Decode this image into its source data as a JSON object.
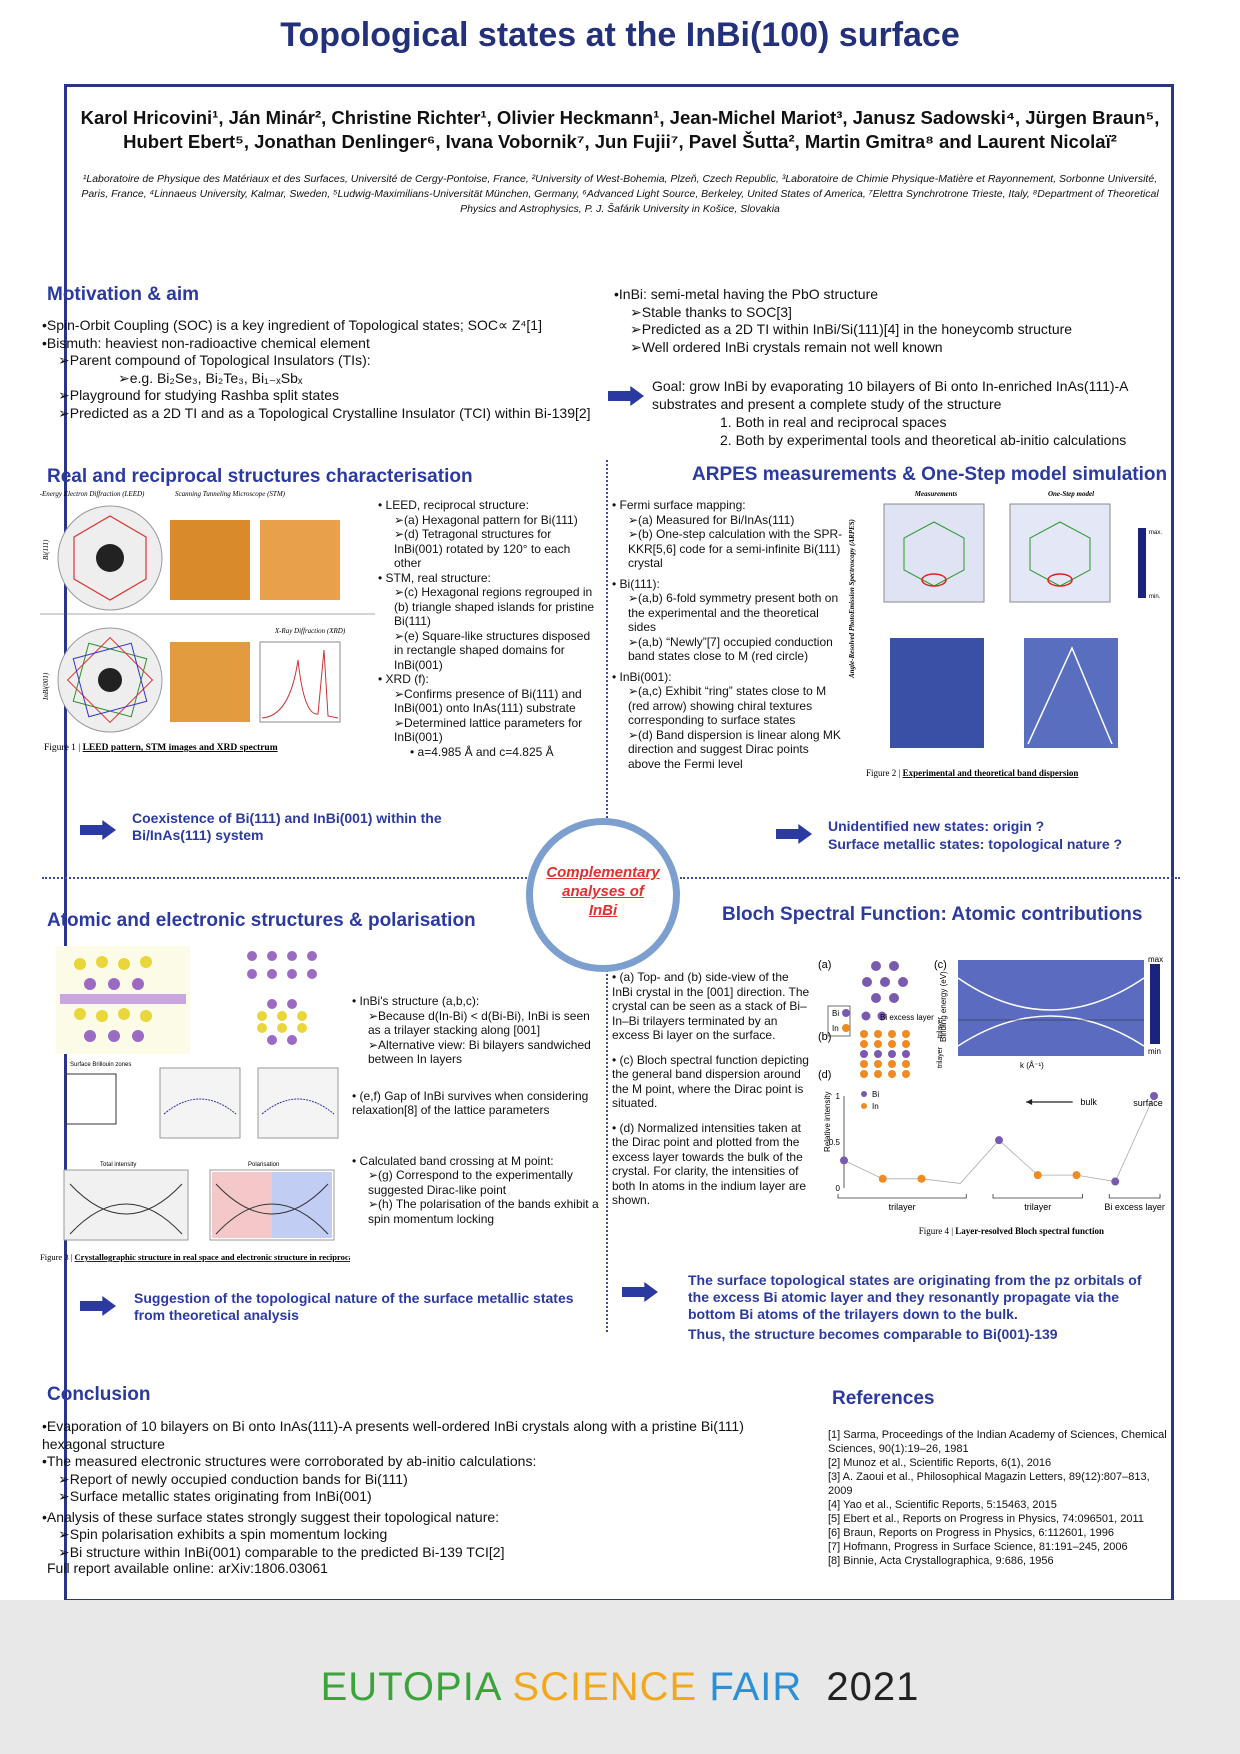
{
  "title": "Topological states at the InBi(100) surface",
  "authors": "Karol Hricovini¹, Ján Minár², Christine Richter¹, Olivier Heckmann¹, Jean-Michel Mariot³, Janusz Sadowski⁴, Jürgen Braun⁵, Hubert Ebert⁵, Jonathan Denlinger⁶, Ivana Vobornik⁷, Jun Fujii⁷, Pavel Šutta², Martin Gmitra⁸ and Laurent Nicolaï²",
  "affiliations": "¹Laboratoire de Physique des Matériaux et des Surfaces, Université de Cergy-Pontoise, France, ²University of West-Bohemia, Plzeň, Czech Republic, ³Laboratoire de Chimie Physique-Matière et Rayonnement, Sorbonne Université, Paris, France, ⁴Linnaeus University, Kalmar, Sweden, ⁵Ludwig-Maximilians-Universität München, Germany, ⁶Advanced Light Source, Berkeley, United States of America, ⁷Elettra Synchrotrone Trieste, Italy, ⁸Department of Theoretical Physics and Astrophysics, P. J. Šafárik University in Košice, Slovakia",
  "motivation": {
    "heading": "Motivation & aim",
    "items": [
      "•Spin-Orbit Coupling (SOC) is a key ingredient of Topological states; SOC∝ Z⁴[1]",
      "•Bismuth: heaviest non-radioactive chemical element",
      "➢Parent compound of Topological Insulators (TIs):",
      "➢e.g. Bi₂Se₃, Bi₂Te₃, Bi₁₋ₓSbₓ",
      "➢Playground for studying Rashba split states",
      "➢Predicted as a 2D TI and as a Topological Crystalline Insulator (TCI) within Bi-139[2]"
    ],
    "right_items": [
      "•InBi: semi-metal having the PbO structure",
      "➢Stable thanks to SOC[3]",
      "➢Predicted as a 2D TI within InBi/Si(111)[4] in the honeycomb structure",
      "➢Well ordered InBi crystals remain not well known"
    ],
    "goal": "Goal: grow InBi by evaporating 10 bilayers of Bi onto In-enriched InAs(111)-A substrates and present a complete study of the structure",
    "goal_1": "1. Both in real and reciprocal spaces",
    "goal_2": "2. Both by experimental tools and theoretical ab-initio calculations"
  },
  "real": {
    "heading": "Real and reciprocal structures characterisation",
    "leed_label": "Low-Energy Electron Diffraction (LEED)",
    "stm_label": "Scanning Tunneling Microscope (STM)",
    "xrd_label": "X-Ray Diffraction (XRD)",
    "row1": "Bi(111)",
    "row2": "InBi(001)",
    "caption_prefix": "Figure 1 | ",
    "caption": "LEED pattern, STM images and XRD spectrum",
    "text": [
      "• LEED, reciprocal structure:",
      "➢(a) Hexagonal pattern for Bi(111)",
      "➢(d) Tetragonal structures for InBi(001) rotated by 120° to each other",
      "• STM, real structure:",
      "➢(c) Hexagonal regions regrouped in (b) triangle shaped islands for pristine Bi(111)",
      "➢(e) Square-like structures disposed in rectangle shaped domains for InBi(001)",
      "• XRD (f):",
      "➢Confirms presence of Bi(111) and InBi(001) onto InAs(111) substrate",
      "➢Determined lattice parameters for InBi(001)",
      "• a=4.985 Å and c=4.825 Å"
    ],
    "conclusion": "Coexistence of Bi(111) and InBi(001) within the Bi/InAs(111) system"
  },
  "arpes": {
    "heading": "ARPES measurements & One-Step model simulation",
    "meas_label": "Measurements",
    "onestep_label": "One-Step model",
    "side_label": "Angle-Resolved PhotoEmission Spectroscopy (ARPES)",
    "max": "max.",
    "min": "min.",
    "text": [
      "• Fermi surface mapping:",
      "➢(a) Measured for Bi/InAs(111)",
      "➢(b) One-step calculation with the SPR-KKR[5,6] code for a semi-infinite Bi(111) crystal",
      "• Bi(111):",
      "➢(a,b) 6-fold symmetry present both on the experimental and the theoretical sides",
      "➢(a,b) “Newly”[7] occupied conduction band states close to M (red circle)",
      "• InBi(001):",
      "➢(a,c) Exhibit “ring” states close to M (red arrow) showing chiral textures corresponding to surface states",
      "➢(d) Band dispersion is linear along MK direction and suggest Dirac points above the Fermi level"
    ],
    "caption_prefix": "Figure 2 | ",
    "caption": "Experimental and theoretical band dispersion",
    "conclusion_1": "Unidentified new states: origin ?",
    "conclusion_2": "Surface metallic states: topological nature ?"
  },
  "center": {
    "line1": "Complementary",
    "line2": "analyses of",
    "line3": "InBi"
  },
  "atomic": {
    "heading": "Atomic and electronic structures & polarisation",
    "text": [
      "• InBi's structure (a,b,c):",
      "➢Because d(In-Bi) < d(Bi-Bi), InBi is seen as a trilayer stacking along [001]",
      "➢Alternative view: Bi bilayers sandwiched between In layers",
      "• (e,f) Gap of InBi survives when considering relaxation[8] of the lattice parameters",
      "• Calculated band crossing at M point:",
      "➢(g) Correspond to the experimentally suggested Dirac-like point",
      "➢(h) The polarisation of the bands exhibit a spin momentum locking"
    ],
    "caption_prefix": "Figure 3 | ",
    "caption": "Crystallographic structure in real space and electronic structure in reciprocal space for InBi",
    "conclusion": "Suggestion of the topological nature of the surface metallic states from theoretical analysis",
    "panel_d": "Surface Brillouin zones",
    "panel_g": "Total intensity",
    "panel_h": "Polarisation"
  },
  "bloch": {
    "heading": "Bloch Spectral Function: Atomic contributions",
    "text": [
      "• (a) Top- and (b) side-view of the InBi crystal in the [001] direction. The crystal can be seen as a stack of Bi–In–Bi trilayers terminated by an excess Bi layer on the surface.",
      "• (c) Bloch spectral function depicting the general band dispersion around the M point, where the Dirac point is situated.",
      "• (d) Normalized intensities taken at the Dirac point and plotted from the excess layer towards the bulk of the crystal. For clarity, the intensities of both In atoms in the indium layer are shown."
    ],
    "label_a": "(a)",
    "label_b": "(b)",
    "label_c": "(c)",
    "label_d": "(d)",
    "bi": "Bi",
    "in": "In",
    "bi_excess": "Bi excess layer",
    "trilayer": "trilayer",
    "ylabel_c": "Binding energy (eV)",
    "xlabel_c": "k (Å⁻¹)",
    "max": "max",
    "min": "min",
    "ylabel_d": "Relative intensity",
    "bulk": "bulk",
    "surface": "surface",
    "caption_prefix": "Figure 4 | ",
    "caption": "Layer-resolved Bloch spectral function",
    "conclusion": "The surface topological states are originating from the pz orbitals of the excess Bi atomic layer and they resonantly propagate via the bottom Bi atoms of the trilayers down to the bulk.",
    "conclusion2": "Thus, the structure becomes comparable to Bi(001)-139"
  },
  "chart_data": [
    {
      "type": "scatter",
      "title": "",
      "xlabel": "",
      "ylabel": "Relative intensity",
      "ylim": [
        0,
        1
      ],
      "x": [
        1,
        2,
        3,
        4,
        5,
        6,
        7,
        8,
        9
      ],
      "series": [
        {
          "name": "Bi",
          "points": [
            [
              1,
              0.3
            ],
            [
              5,
              0.52
            ],
            [
              8,
              0.07
            ],
            [
              9,
              1.0
            ]
          ]
        },
        {
          "name": "In",
          "points": [
            [
              2,
              0.1
            ],
            [
              3,
              0.1
            ],
            [
              6,
              0.14
            ],
            [
              7,
              0.14
            ]
          ]
        }
      ],
      "connector_values": [
        0.3,
        0.1,
        0.1,
        0.05,
        0.52,
        0.14,
        0.14,
        0.07,
        1.0
      ],
      "annotations": [
        "bulk",
        "surface",
        "trilayer",
        "trilayer",
        "Bi excess layer"
      ]
    }
  ],
  "conclusion": {
    "heading": "Conclusion",
    "items": [
      "•Evaporation of 10 bilayers on Bi onto InAs(111)-A presents well-ordered InBi crystals along with a pristine Bi(111) hexagonal structure",
      "•The measured electronic structures were corroborated by ab-initio calculations:",
      "➢Report of newly occupied conduction bands for Bi(111)",
      "➢Surface metallic states originating from InBi(001)",
      "•Analysis of these surface states strongly suggest their topological nature:",
      "➢Spin polarisation exhibits a spin momentum locking",
      "➢Bi structure within InBi(001) comparable to the predicted Bi-139 TCI[2]"
    ],
    "full_report": "Full report available online: arXiv:1806.03061"
  },
  "references": {
    "heading": "References",
    "items": [
      "[1] Sarma, Proceedings of the Indian Academy of Sciences, Chemical Sciences, 90(1):19–26, 1981",
      "[2] Munoz et al., Scientific Reports, 6(1), 2016",
      "[3] A. Zaoui et al., Philosophical Magazin Letters, 89(12):807–813, 2009",
      "[4] Yao et al., Scientific Reports, 5:15463, 2015",
      "[5] Ebert et al., Reports on Progress in Physics, 74:096501, 2011",
      "[6] Braun, Reports on Progress in Physics, 6:112601, 1996",
      "[7] Hofmann, Progress in Surface Science, 81:191–245, 2006",
      "[8] Binnie, Acta Crystallographica, 9:686, 1956"
    ]
  },
  "footer": {
    "w1": "EUTOPIA",
    "w2": "SCIENCE",
    "w3": "FAIR",
    "w4": "2021",
    "c1": "#3aa33a",
    "c2": "#f2a81d",
    "c3": "#2b8fd6",
    "c4": "#222222"
  },
  "colors": {
    "accent": "#2b3aa0",
    "title": "#23307a",
    "center_text": "#e03030"
  }
}
